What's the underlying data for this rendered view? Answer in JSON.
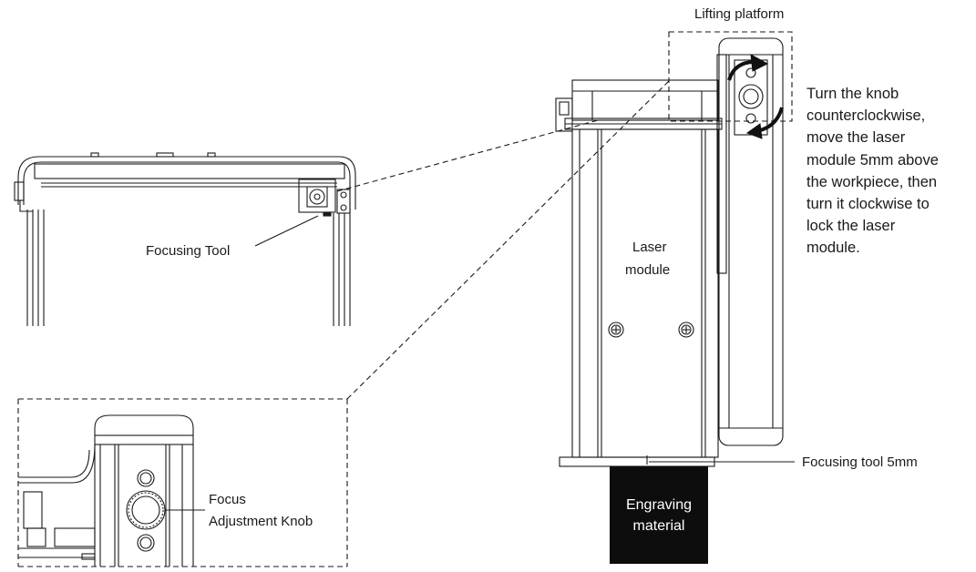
{
  "labels": {
    "focusing_tool": "Focusing Tool",
    "lifting_platform": "Lifting platform",
    "laser_module_line1": "Laser",
    "laser_module_line2": "module",
    "focus_knob_line1": "Focus",
    "focus_knob_line2": "Adjustment Knob",
    "focusing_tool_5mm": "Focusing tool 5mm",
    "engraving_line1": "Engraving",
    "engraving_line2": "material"
  },
  "instructions": [
    "Turn the knob",
    "counterclockwise,",
    "move the laser",
    "module 5mm above",
    "the workpiece, then",
    "turn it clockwise to",
    "lock the laser",
    "module."
  ],
  "colors": {
    "line": "#1a1a1a",
    "material_fill": "#0d0d0d",
    "arrow_fill": "#111111"
  },
  "icons": {
    "rotation_arrows": "curved-rotate-arrows-icon",
    "screws": "phillips-screw-icon"
  }
}
